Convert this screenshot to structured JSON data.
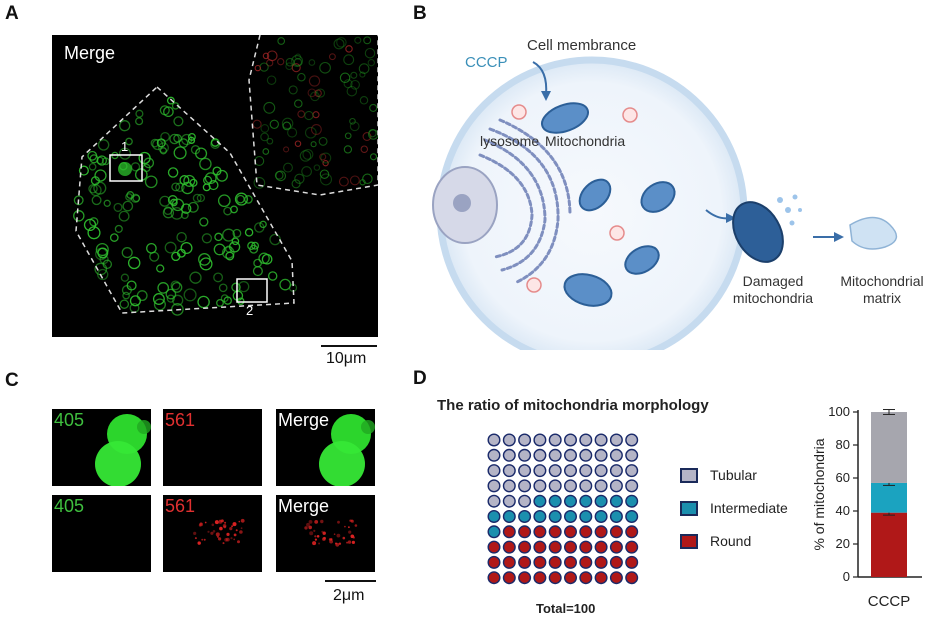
{
  "panels": {
    "A": {
      "letter": "A",
      "merge_label": "Merge",
      "roi_labels": [
        "1",
        "2"
      ],
      "scale_label": "10μm"
    },
    "B": {
      "letter": "B",
      "cccp_label": "CCCP",
      "membrane_label": "Cell membrance",
      "lysosome_label": "lysosome",
      "mito_label": "Mitochondria",
      "damaged_label": [
        "Damaged",
        "mitochondria"
      ],
      "matrix_label": [
        "Mitochondrial",
        "matrix"
      ]
    },
    "C": {
      "letter": "C",
      "rows": [
        [
          "405",
          "561",
          "Merge"
        ],
        [
          "405",
          "561",
          "Merge"
        ]
      ],
      "channel_colors": {
        "405": "#3fbf3f",
        "561": "#e03030",
        "Merge": "#ffffff"
      },
      "scale_label": "2μm"
    },
    "D": {
      "letter": "D",
      "waffle_title": "The ratio of mitochondria morphology",
      "total_label": "Total=100",
      "legend": [
        {
          "label": "Tubular",
          "color": "#b4b4c6"
        },
        {
          "label": "Intermediate",
          "color": "#1b8fae"
        },
        {
          "label": "Round",
          "color": "#b01818"
        }
      ]
    }
  },
  "chart_data": [
    {
      "type": "waffle",
      "title": "The ratio of mitochondria morphology",
      "total": 100,
      "grid": [
        10,
        10
      ],
      "categories": [
        "Round",
        "Intermediate",
        "Tubular"
      ],
      "values": [
        39,
        18,
        43
      ],
      "colors": [
        "#b01818",
        "#1b8fae",
        "#b4b4c6"
      ],
      "annotation": "Total=100"
    },
    {
      "type": "bar",
      "stacked": true,
      "categories": [
        "CCCP"
      ],
      "series": [
        {
          "name": "Round",
          "values": [
            39
          ],
          "error": [
            1.5
          ],
          "color": "#b01818"
        },
        {
          "name": "Intermediate",
          "values": [
            18
          ],
          "error": [
            1.5
          ],
          "color": "#1ba3c0"
        },
        {
          "name": "Tubular",
          "values": [
            43
          ],
          "error": [
            1.5
          ],
          "color": "#a6a6ae"
        }
      ],
      "ylabel": "% of  mitochondria",
      "ylim": [
        0,
        100
      ],
      "yticks": [
        0,
        20,
        40,
        60,
        80,
        100
      ],
      "grid": false
    }
  ]
}
